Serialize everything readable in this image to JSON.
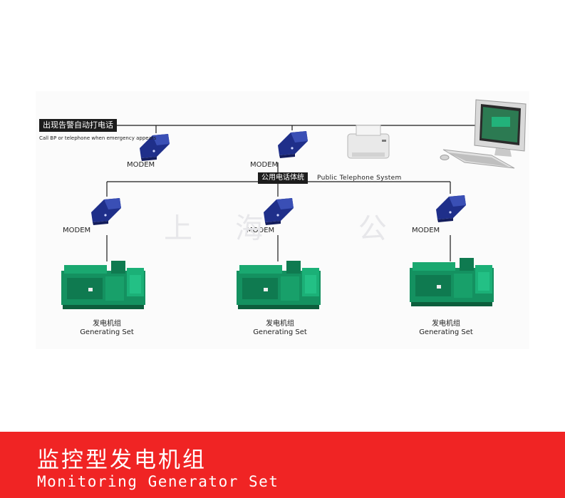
{
  "diagram": {
    "alarm_label": "出现告警自动打电话",
    "alarm_note": "Call BP or telephone when emergency appears",
    "public_label_cn": "公用电话体统",
    "public_label_en": "Public Telephone System",
    "top_modems": [
      "MODEM",
      "MODEM"
    ],
    "generators": [
      {
        "modem": "MODEM",
        "name_cn": "发电机组",
        "name_en": "Generating Set"
      },
      {
        "modem": "MODEM",
        "name_cn": "发电机组",
        "name_en": "Generating Set"
      },
      {
        "modem": "MODEM",
        "name_cn": "发电机组",
        "name_en": "Generating Set"
      }
    ],
    "watermark": "上海 公"
  },
  "banner": {
    "title_cn": "监控型发电机组",
    "title_en": "Monitoring Generator Set"
  },
  "colors": {
    "banner": "#f02424",
    "modem": "#1f2f8a",
    "generator": "#149160",
    "line": "#1a1a1a"
  }
}
